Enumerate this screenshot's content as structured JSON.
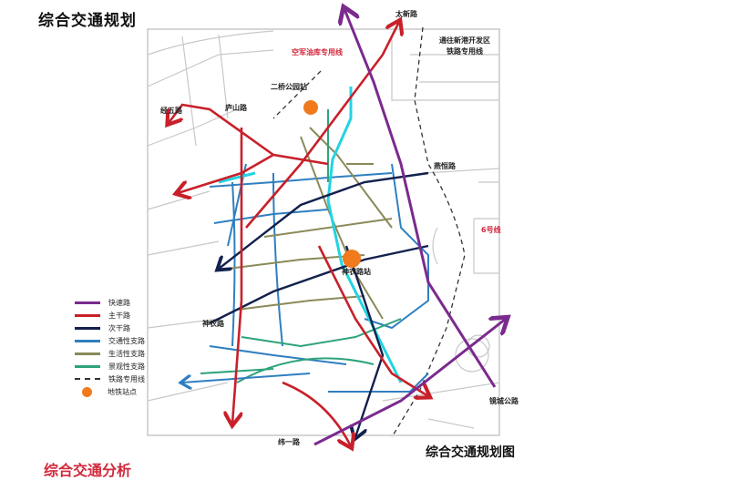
{
  "title": "综合交通规划",
  "caption": "综合交通规划图",
  "next_section_title": "综合交通分析",
  "map_labels": {
    "taixin_road": "太新路",
    "railway_to_xingang": "通往新港开发区",
    "railway_to_xingang_2": "铁路专用线",
    "airforce_line": "空军油库专用线",
    "erqiao_station": "二桥公园站",
    "jingwu_road": "经五路",
    "lushan_road": "庐山路",
    "yanheng_road": "燕恒路",
    "line6": "6号线",
    "shennong_station": "神农路站",
    "shennong_road": "神农路",
    "jingcheng_road": "镜城公路",
    "weiyi_road": "纬一路"
  },
  "legend": [
    {
      "label": "快速路",
      "color": "#7b2a8e",
      "style": "solid"
    },
    {
      "label": "主干路",
      "color": "#c8202a",
      "style": "solid"
    },
    {
      "label": "次干路",
      "color": "#12214d",
      "style": "solid"
    },
    {
      "label": "交通性支路",
      "color": "#2f7fc1",
      "style": "solid"
    },
    {
      "label": "生活性支路",
      "color": "#8a8a5a",
      "style": "solid"
    },
    {
      "label": "景观性支路",
      "color": "#2ea37a",
      "style": "solid"
    },
    {
      "label": "铁路专用线",
      "color": "#333333",
      "style": "dashed"
    },
    {
      "label": "地铁站点",
      "color": "#f07a1c",
      "style": "dot"
    }
  ]
}
